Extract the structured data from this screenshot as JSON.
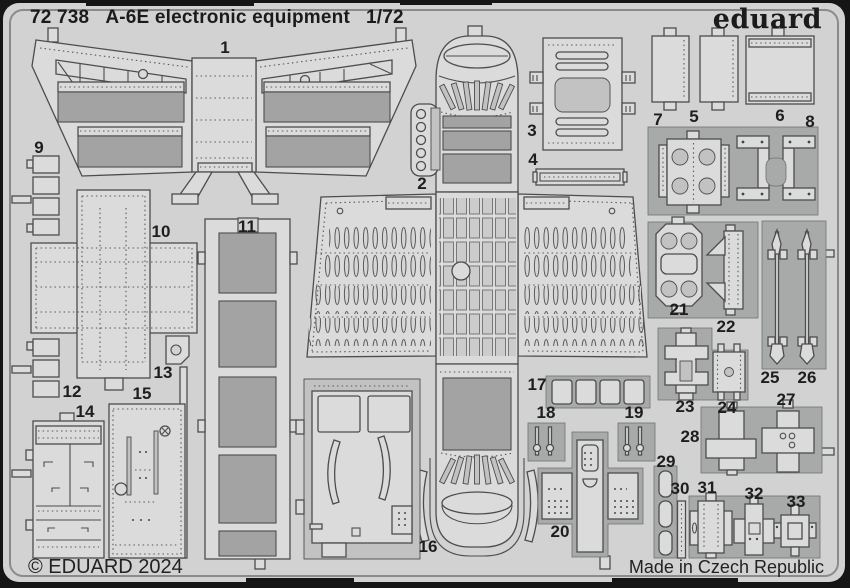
{
  "header": {
    "catalog_number": "72 738",
    "product_title": "A-6E electronic equipment",
    "scale": "1/72",
    "brand_logo": "eduard"
  },
  "footer": {
    "copyright": "© EDUARD 2024",
    "made_in": "Made in Czech Republic"
  },
  "sheet": {
    "material_color": "#d2d2d2",
    "frame_color": "#151515",
    "part_fill": "#dbdbdb",
    "half_etch_fill": "#a3a3a3",
    "scrap_fill": "#a8aaaa",
    "outline_color": "#4d4d4d"
  },
  "parts": [
    "1",
    "2",
    "3",
    "4",
    "5",
    "6",
    "7",
    "8",
    "9",
    "10",
    "11",
    "12",
    "13",
    "14",
    "15",
    "16",
    "17",
    "18",
    "19",
    "20",
    "21",
    "22",
    "23",
    "24",
    "25",
    "26",
    "27",
    "28",
    "29",
    "30",
    "31",
    "32",
    "33"
  ]
}
